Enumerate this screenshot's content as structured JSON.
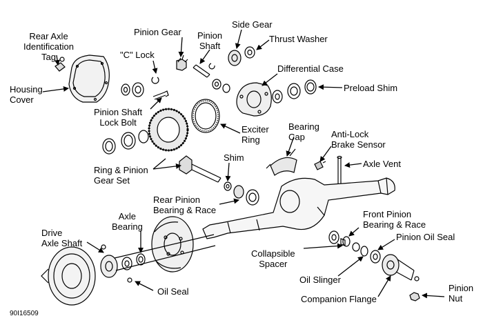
{
  "labels": {
    "rear_axle_identification_tag": "Rear Axle\nIdentification\nTag",
    "housing_cover": "Housing\nCover",
    "pinion_gear": "Pinion Gear",
    "c_lock": "\"C\" Lock",
    "pinion_shaft": "Pinion\nShaft",
    "side_gear": "Side Gear",
    "thrust_washer": "Thrust Washer",
    "differential_case": "Differential Case",
    "preload_shim": "Preload Shim",
    "pinion_shaft_lock_bolt": "Pinion Shaft\nLock Bolt",
    "exciter_ring": "Exciter\nRing",
    "bearing_cap": "Bearing\nCap",
    "anti_lock_brake_sensor": "Anti-Lock\nBrake Sensor",
    "axle_vent": "Axle Vent",
    "shim": "Shim",
    "ring_pinion_gear_set": "Ring & Pinion\nGear Set",
    "rear_pinion_bearing_race": "Rear Pinion\nBearing & Race",
    "axle_bearing": "Axle\nBearing",
    "front_pinion_bearing_race": "Front Pinion\nBearing & Race",
    "drive_axle_shaft": "Drive\nAxle Shaft",
    "pinion_oil_seal": "Pinion Oil Seal",
    "collapsible_spacer": "Collapsible\nSpacer",
    "oil_slinger": "Oil Slinger",
    "oil_seal": "Oil Seal",
    "pinion_nut": "Pinion\nNut",
    "companion_flange": "Companion Flange"
  },
  "figure_code": "90I16509"
}
